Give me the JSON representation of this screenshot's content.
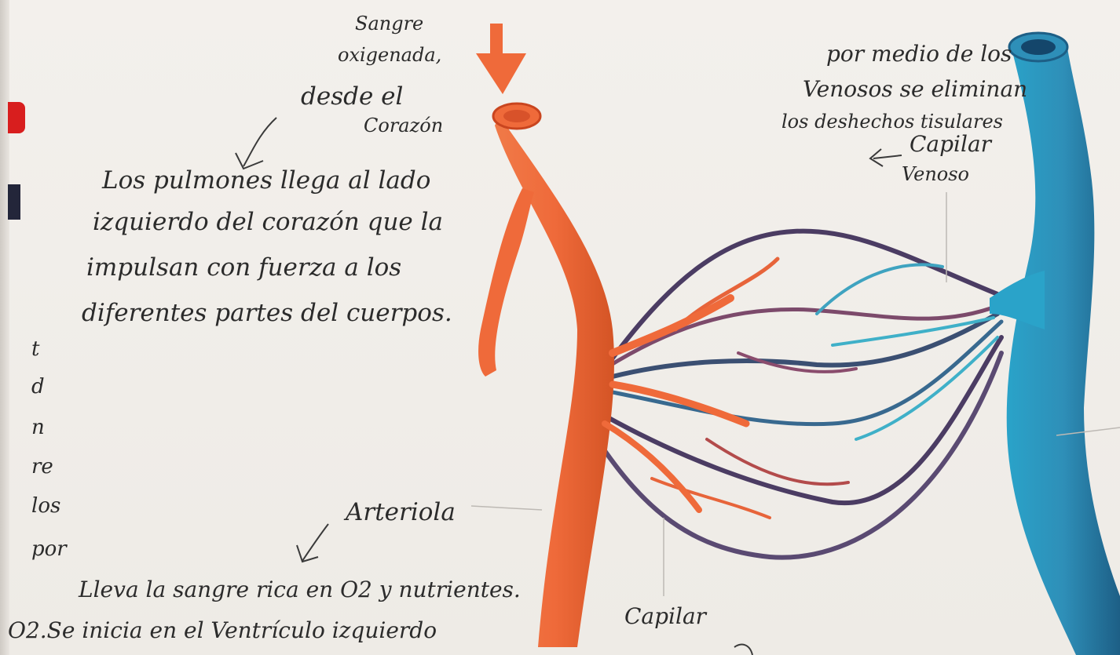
{
  "labels": {
    "top_heart_line1": "Sangre",
    "top_heart_line2": "oxigenada,",
    "top_heart_line3": "desde el",
    "top_heart_line4": "Corazón",
    "paragraph_line1": "Los pulmones llega al lado",
    "paragraph_line2": "izquierdo del corazón que la",
    "paragraph_line3": "impulsan con fuerza a los",
    "paragraph_line4": "diferentes partes del cuerpos.",
    "venous_line1": "por medio de los",
    "venous_line2": "Venosos se eliminan",
    "venous_line3": "los deshechos tisulares",
    "venous_line4": "Capilar",
    "venous_line5": "Venoso",
    "arteriola": "Arteriola",
    "bottom_line1": "Lleva la sangre rica en O2 y nutrientes.",
    "bottom_line2": "O2.Se inicia en el Ventrículo izquierdo",
    "capilar_bottom": "Capilar"
  },
  "left_margin_fragments": [
    "t",
    "d",
    "n",
    "re",
    "los",
    "por"
  ],
  "colors": {
    "artery": "#ef6a3a",
    "artery_dark": "#c9451f",
    "vein": "#2e8fb8",
    "vein_dark": "#1d5f86",
    "capillary_mix": "#4b3c63",
    "ink": "#2b2b2b",
    "paper": "#f1eeea"
  }
}
